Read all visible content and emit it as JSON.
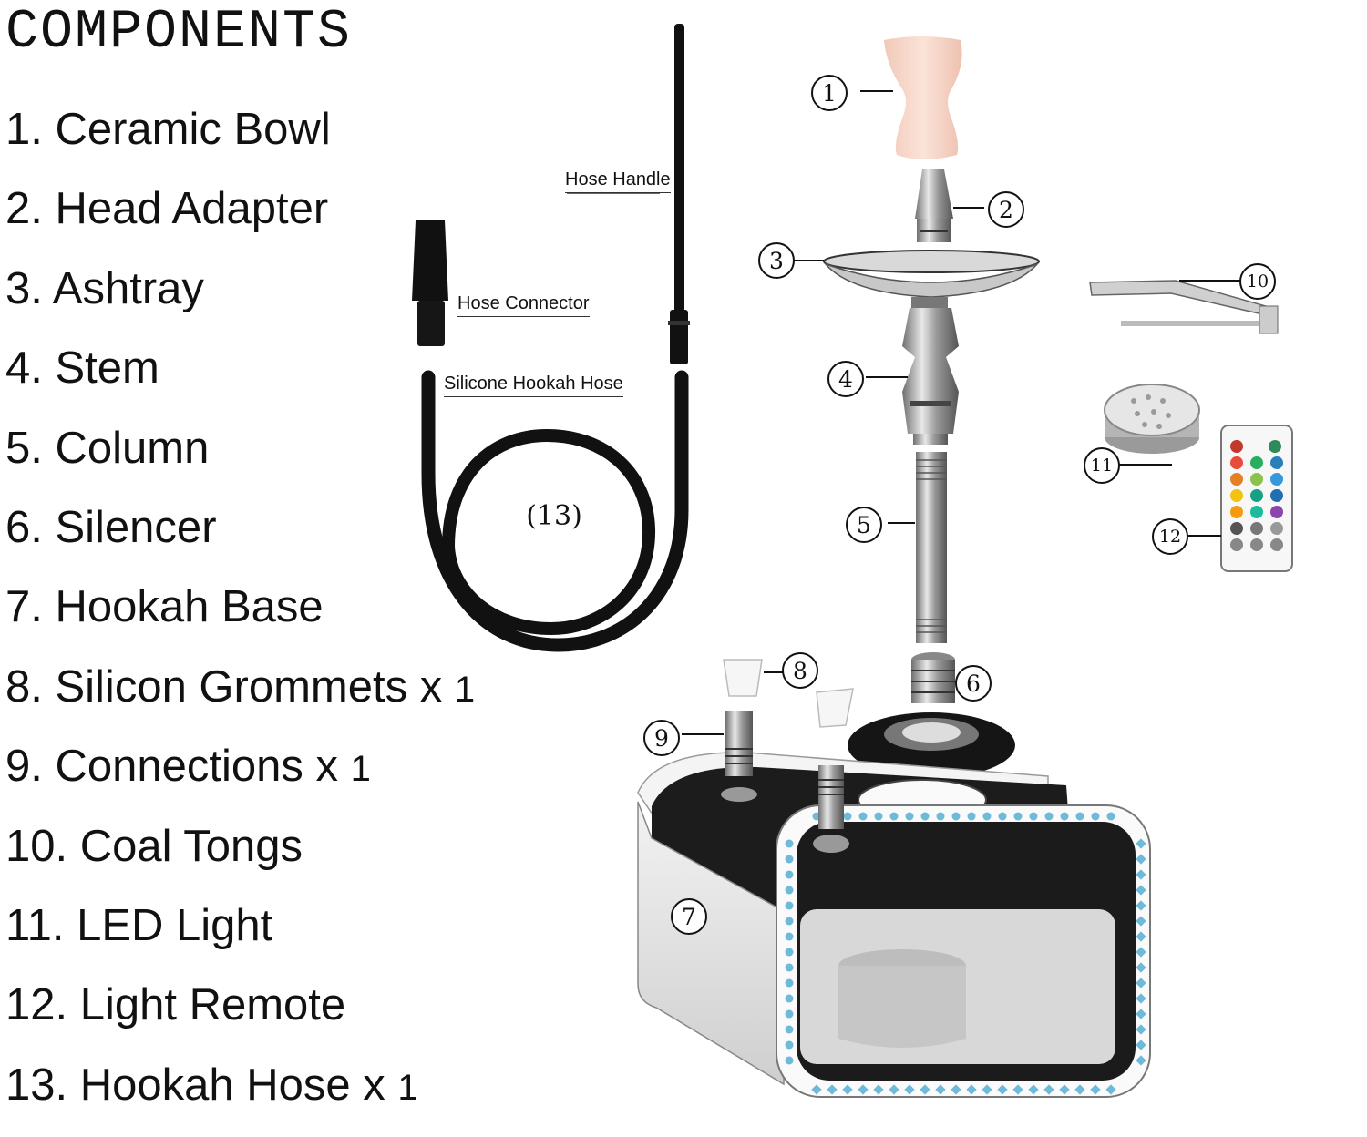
{
  "title": "COMPONENTS",
  "components": [
    {
      "text": "1. Ceramic Bowl",
      "qty": ""
    },
    {
      "text": "2. Head Adapter",
      "qty": ""
    },
    {
      "text": "3. Ashtray",
      "qty": ""
    },
    {
      "text": "4. Stem",
      "qty": ""
    },
    {
      "text": "5. Column",
      "qty": ""
    },
    {
      "text": "6. Silencer",
      "qty": ""
    },
    {
      "text": "7. Hookah Base",
      "qty": ""
    },
    {
      "text": "8. Silicon Grommets x",
      "qty": "1"
    },
    {
      "text": "9. Connections x",
      "qty": "1"
    },
    {
      "text": "10. Coal Tongs",
      "qty": ""
    },
    {
      "text": "11. LED Light",
      "qty": ""
    },
    {
      "text": "12. Light Remote",
      "qty": ""
    },
    {
      "text": "13. Hookah Hose x",
      "qty": "1"
    }
  ],
  "labels": {
    "hose_handle": "Hose Handle",
    "hose_connector": "Hose Connector",
    "silicone_hose": "Silicone Hookah Hose"
  },
  "callouts": {
    "n1": "1",
    "n2": "2",
    "n3": "3",
    "n4": "4",
    "n5": "5",
    "n6": "6",
    "n7": "7",
    "n8": "8",
    "n9": "9",
    "n10": "10",
    "n11": "11",
    "n12": "12",
    "n13": "(13)"
  }
}
